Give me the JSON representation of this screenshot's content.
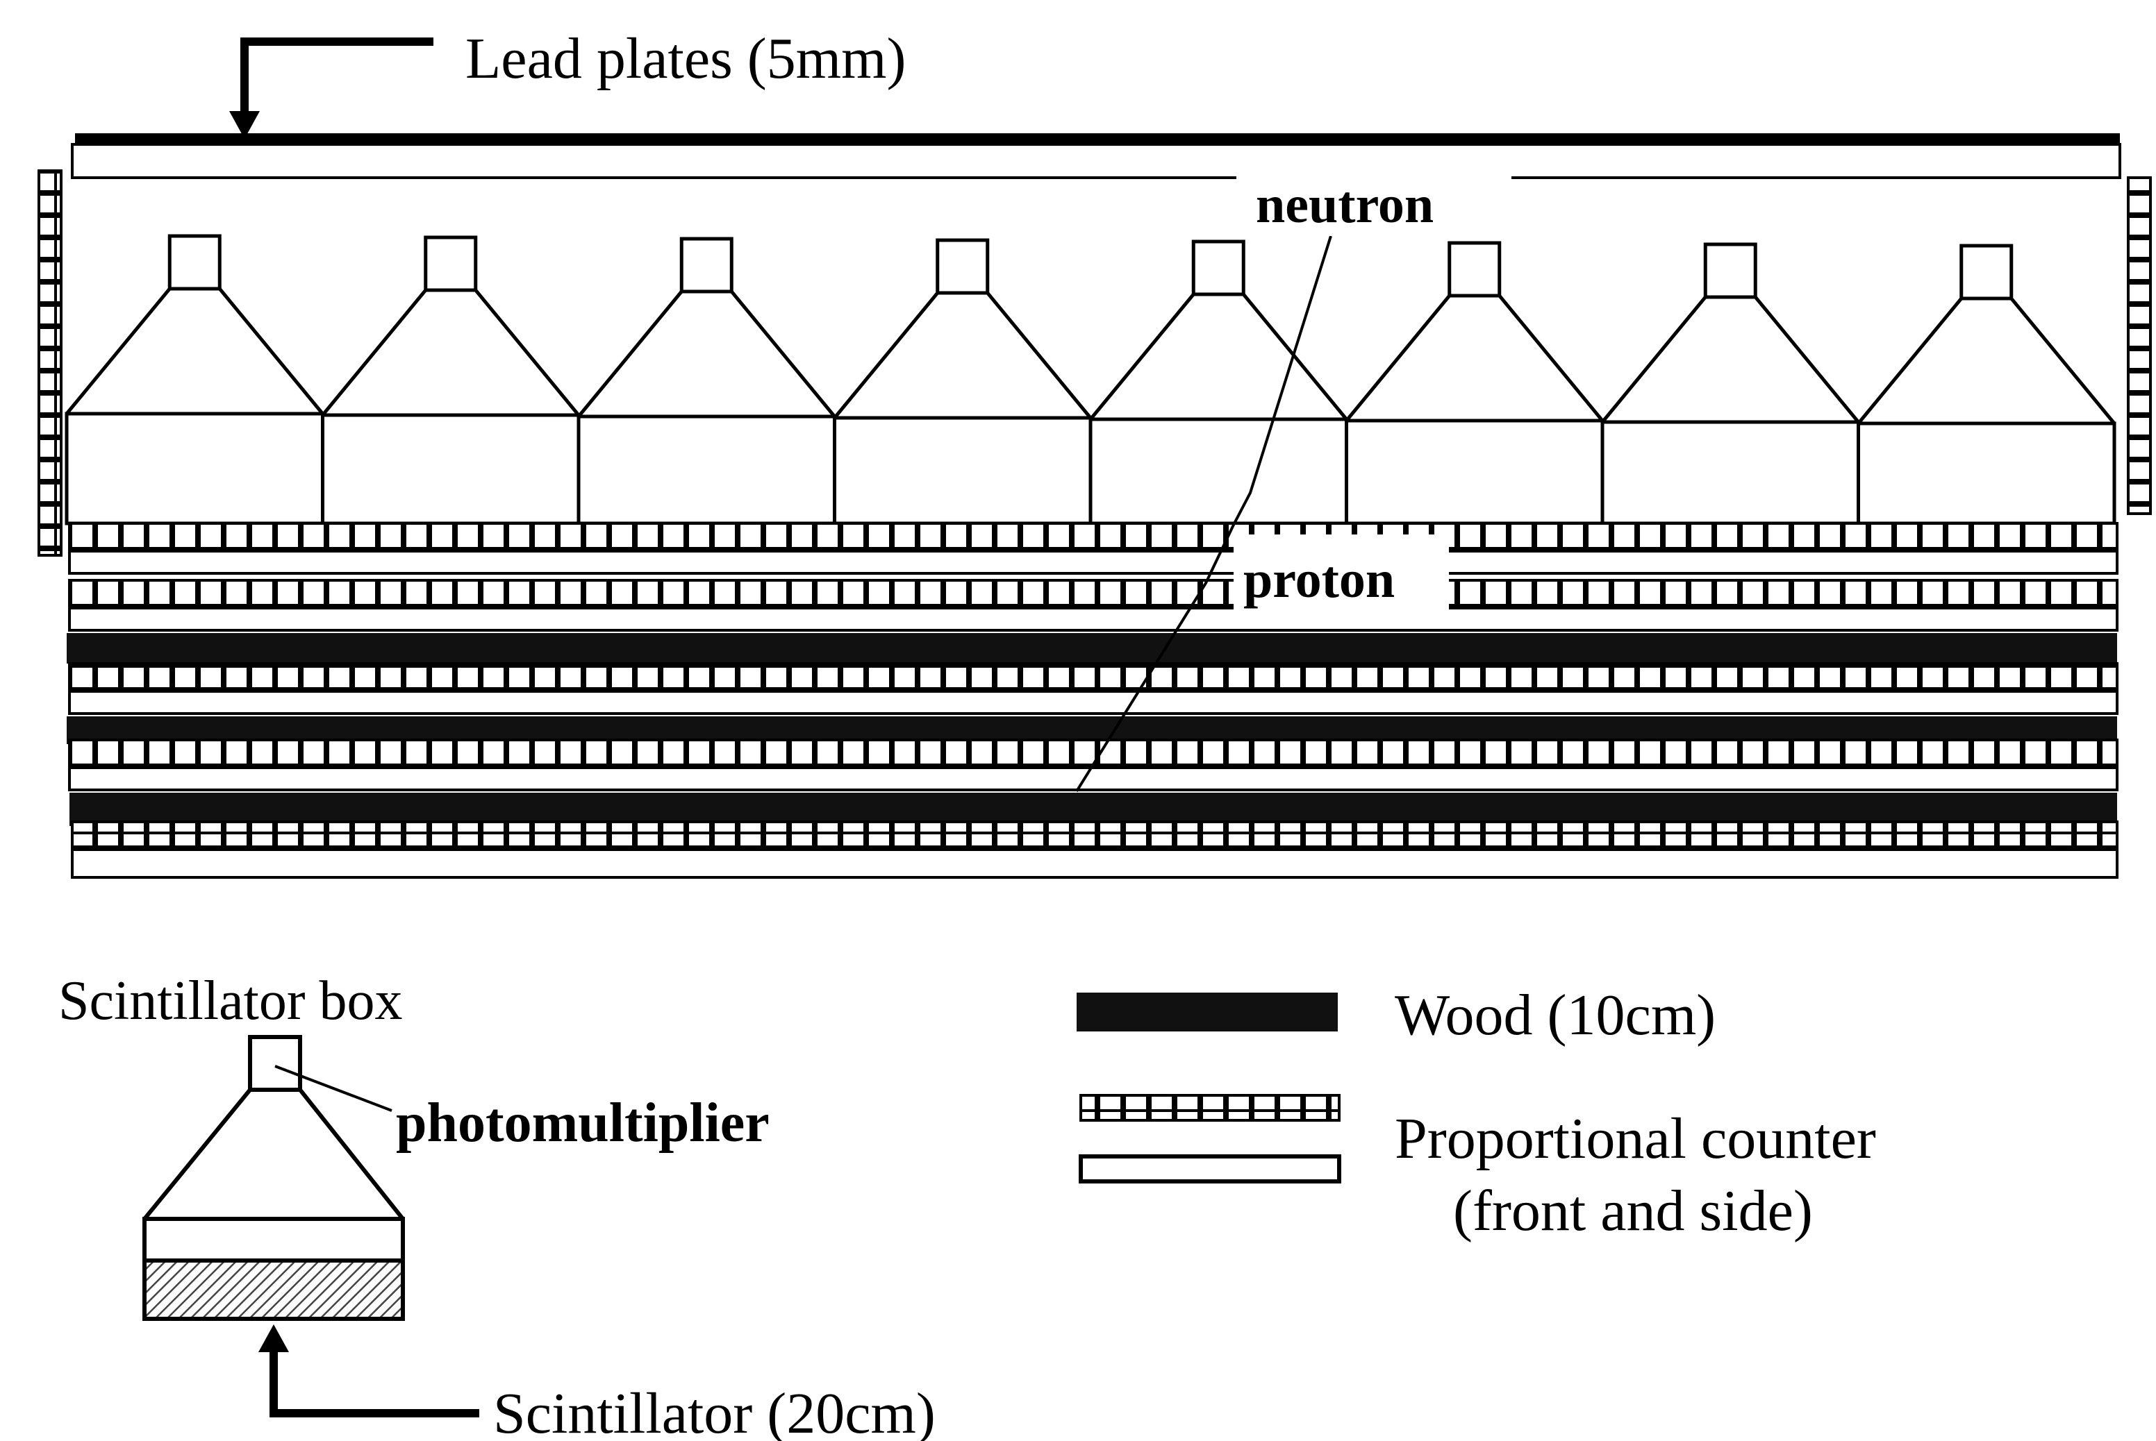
{
  "labels": {
    "lead_plates": "Lead plates (5mm)",
    "neutron": "neutron",
    "proton": "proton",
    "scintillator_box": "Scintillator box",
    "photomultiplier": "photomultiplier",
    "scintillator": "Scintillator (20cm)",
    "legend_wood": "Wood (10cm)",
    "legend_counter_line1": "Proportional counter",
    "legend_counter_line2": "(front and side)"
  },
  "colors": {
    "ink": "#000000",
    "background": "#ffffff",
    "wood": "#111111",
    "scintillator_hatch": "#444444"
  },
  "counts": {
    "scintillator_boxes": 8,
    "wood_layers": 3,
    "counter_layers": 5
  }
}
